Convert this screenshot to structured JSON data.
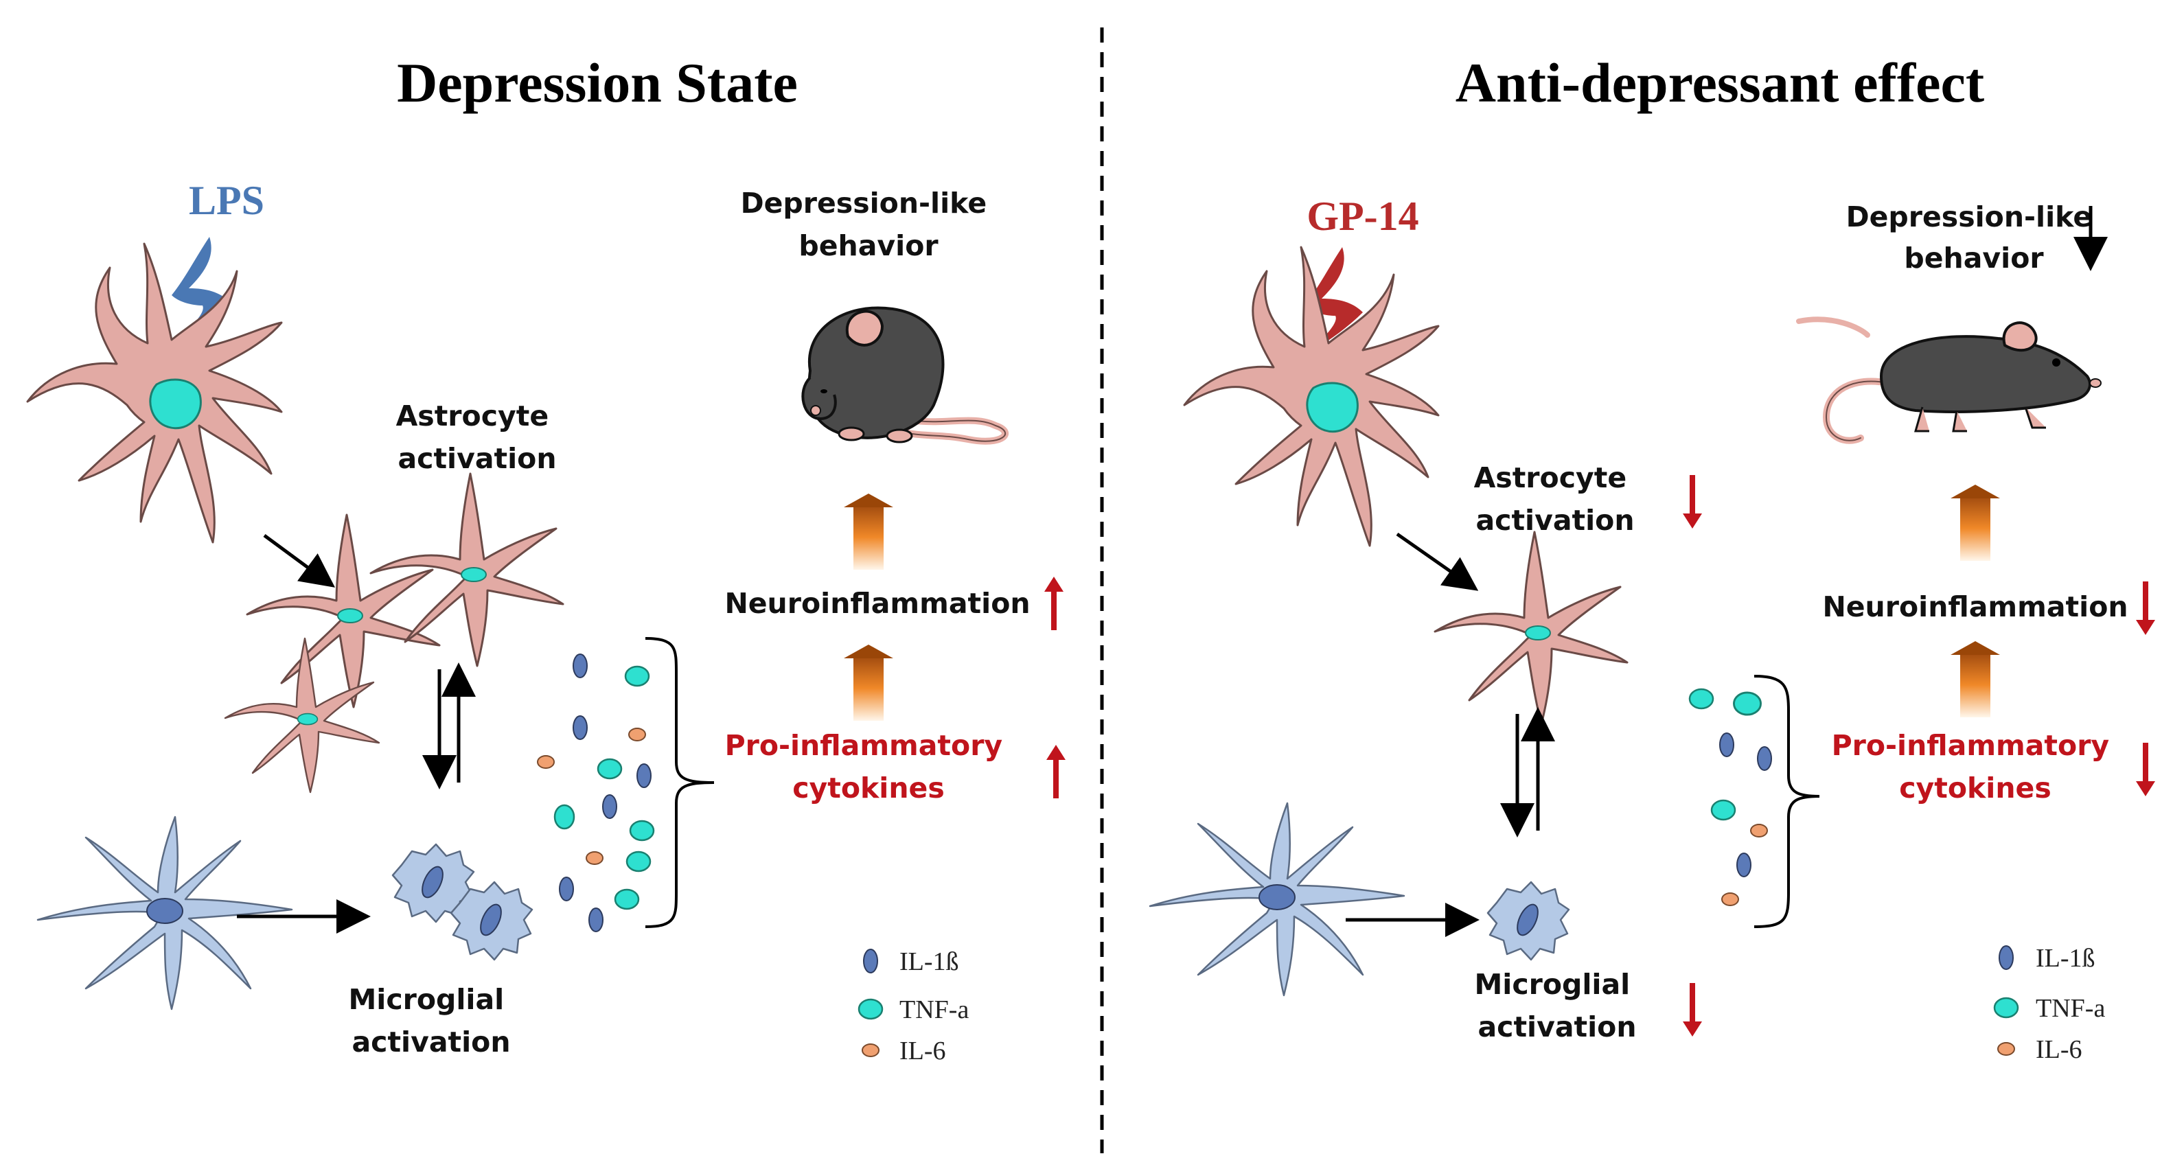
{
  "colors": {
    "astrocyte_fill": "#e2aaa4",
    "astrocyte_stroke": "#6a4a46",
    "nucleus_fill": "#2ee0d0",
    "microglia_fill": "#b4c9e6",
    "microglia_nucleus": "#5b7ab8",
    "il1b_fill": "#5b7ab8",
    "tnfa_fill": "#2ee0d0",
    "il6_fill": "#f0a070",
    "lps_color": "#4a78b4",
    "gp14_color": "#b72b2b",
    "red_label": "#c0141c",
    "red_arrow": "#c0141c",
    "mouse_fill": "#4a4a4a",
    "mouse_pink": "#e8b0a8"
  },
  "left": {
    "title": "Depression State",
    "agent": "LPS",
    "astrocyte_label": [
      "Astrocyte",
      "activation"
    ],
    "microglia_label": [
      "Microglial",
      "activation"
    ],
    "behavior_label": [
      "Depression-like",
      "behavior"
    ],
    "neuro_label": "Neuroinflammation",
    "cytokine_label": [
      "Pro-inflammatory",
      "cytokines"
    ],
    "legend": [
      {
        "name": "IL-1ß",
        "type": "il1b"
      },
      {
        "name": "TNF-a",
        "type": "tnfa"
      },
      {
        "name": "IL-6",
        "type": "il6"
      }
    ]
  },
  "right": {
    "title": "Anti-depressant effect",
    "agent": "GP-14",
    "astrocyte_label": [
      "Astrocyte",
      "activation"
    ],
    "microglia_label": [
      "Microglial",
      "activation"
    ],
    "behavior_label": [
      "Depression-like",
      "behavior"
    ],
    "neuro_label": "Neuroinflammation",
    "cytokine_label": [
      "Pro-inflammatory",
      "cytokines"
    ],
    "legend": [
      {
        "name": "IL-1ß",
        "type": "il1b"
      },
      {
        "name": "TNF-a",
        "type": "tnfa"
      },
      {
        "name": "IL-6",
        "type": "il6"
      }
    ]
  }
}
